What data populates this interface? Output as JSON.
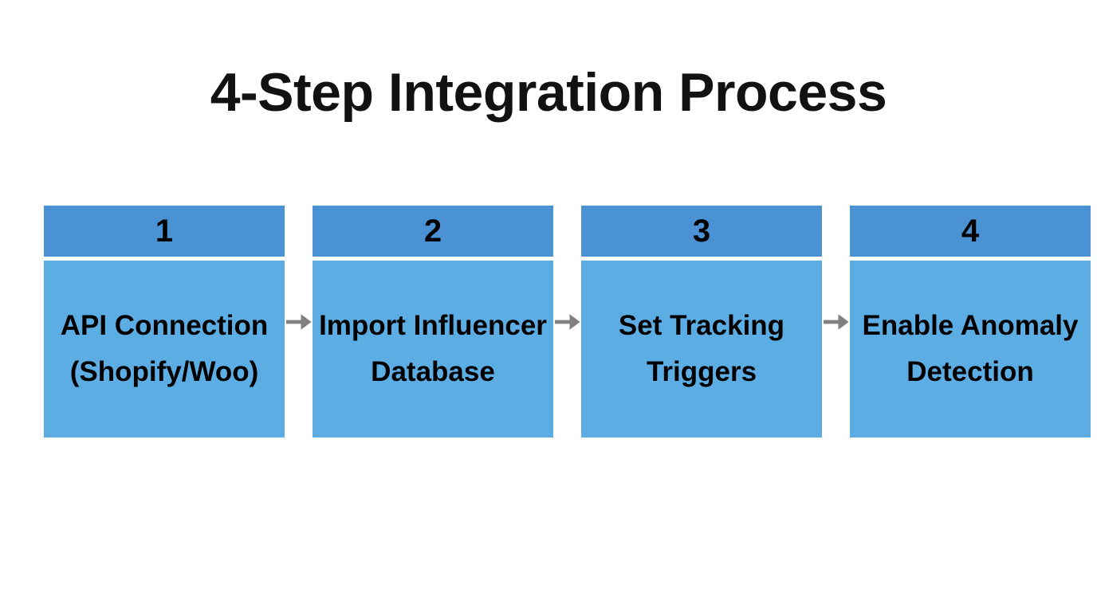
{
  "page": {
    "title": "4-Step Integration Process",
    "background_color": "#ffffff"
  },
  "theme": {
    "header_blue": "#4a92d4",
    "body_blue": "#5dade5",
    "text_color": "#000000",
    "title_color": "#121212",
    "arrow_color": "#808080"
  },
  "diagram_data": {
    "type": "process-flow",
    "orientation": "horizontal",
    "step_count": 4,
    "connector": "arrow-right-icon",
    "steps": [
      {
        "number": "1",
        "label": "API Connection (Shopify/Woo)"
      },
      {
        "number": "2",
        "label": "Import Influencer Database"
      },
      {
        "number": "3",
        "label": "Set Tracking Triggers"
      },
      {
        "number": "4",
        "label": "Enable Anomaly Detection"
      }
    ],
    "connectors": [
      {
        "from": "1",
        "to": "2",
        "icon": "arrow-right-icon"
      },
      {
        "from": "2",
        "to": "3",
        "icon": "arrow-right-icon"
      },
      {
        "from": "3",
        "to": "4",
        "icon": "arrow-right-icon"
      }
    ]
  }
}
